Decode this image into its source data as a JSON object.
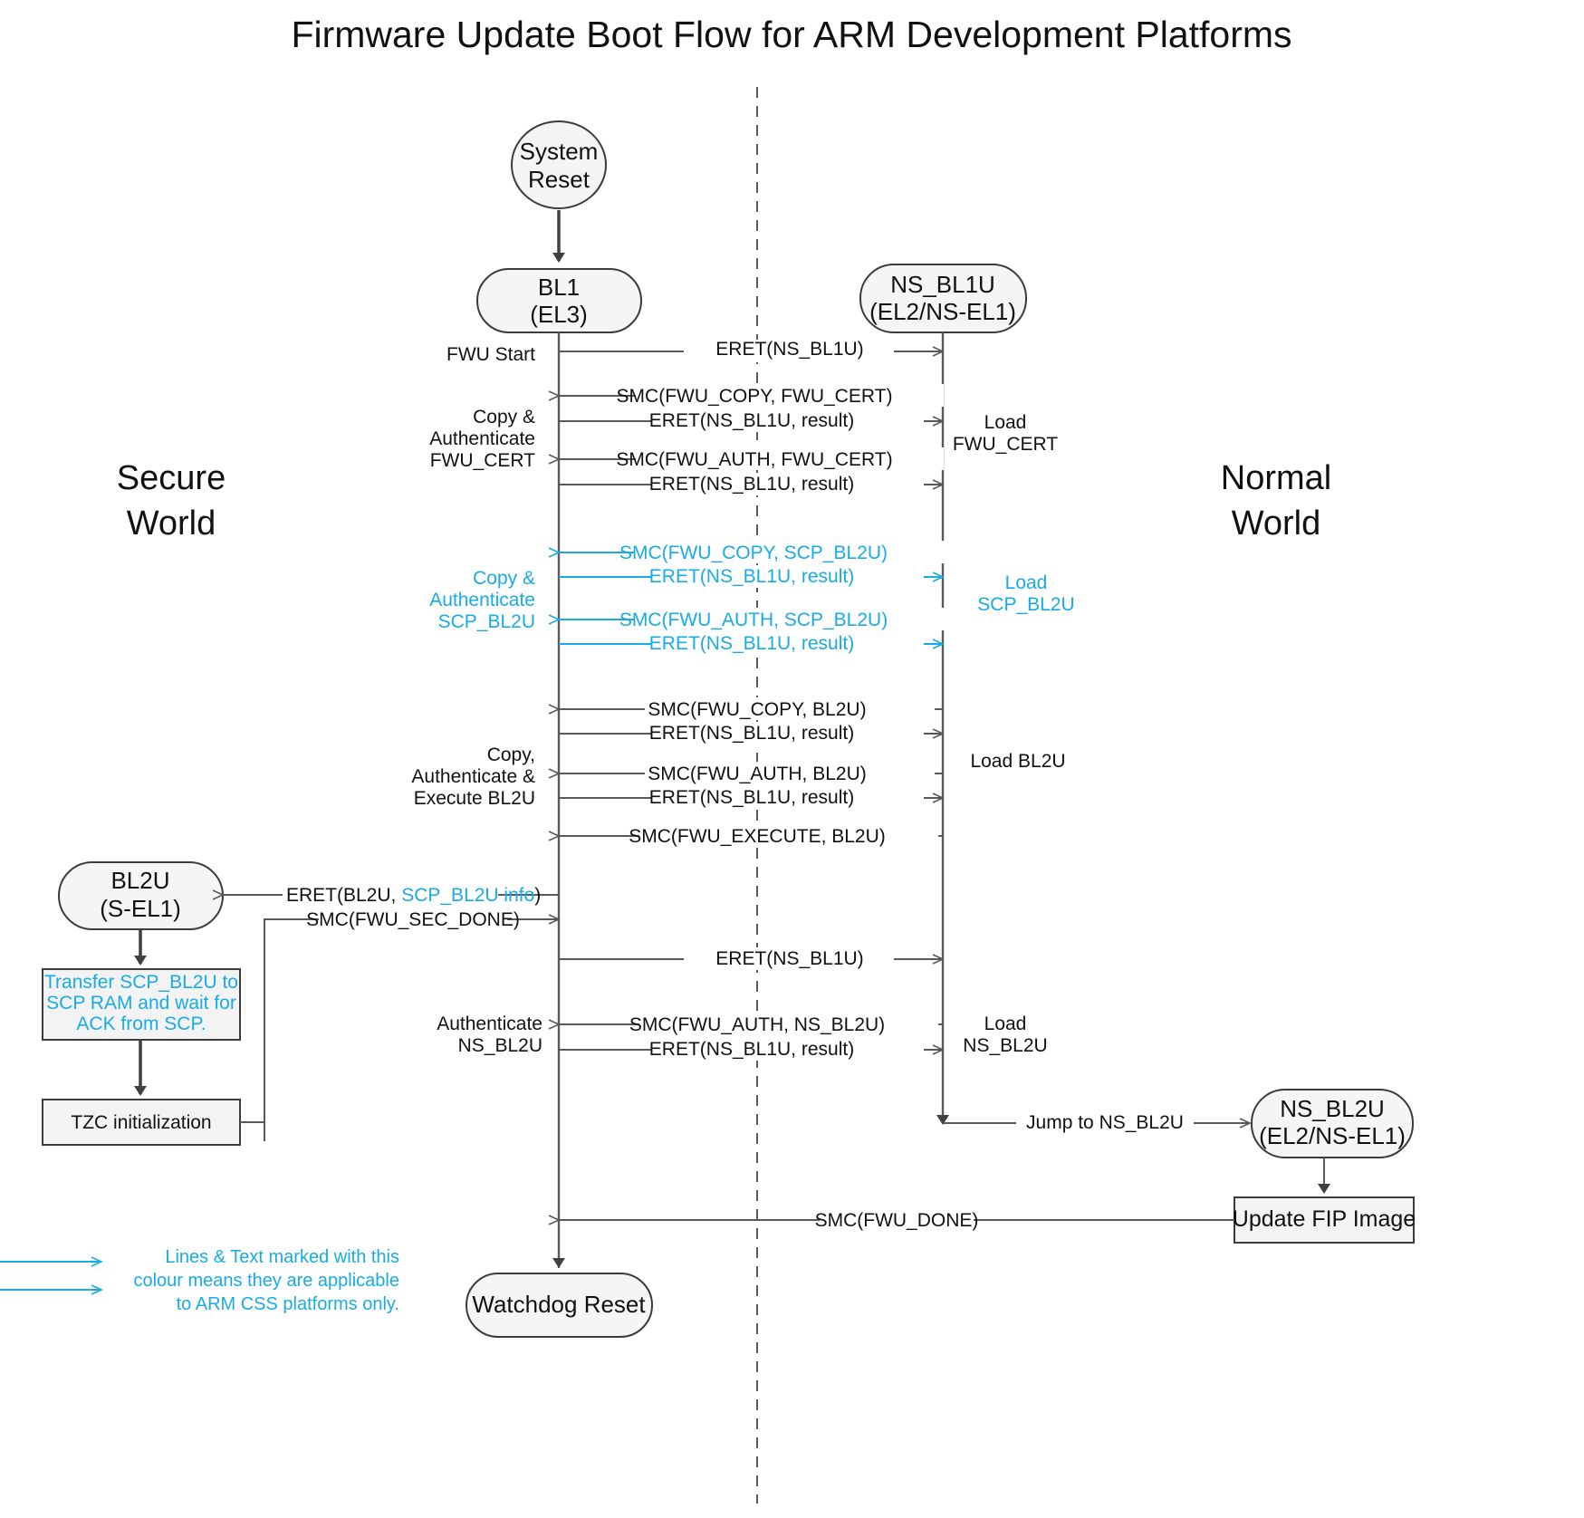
{
  "title": "Firmware Update Boot Flow for ARM Development Platforms",
  "worlds": {
    "secure": "Secure\nWorld",
    "secure_l1": "Secure",
    "secure_l2": "World",
    "normal_l1": "Normal",
    "normal_l2": "World"
  },
  "nodes": {
    "system_reset_l1": "System",
    "system_reset_l2": "Reset",
    "bl1_l1": "BL1",
    "bl1_l2": "(EL3)",
    "nsbl1u_l1": "NS_BL1U",
    "nsbl1u_l2": "(EL2/NS-EL1)",
    "bl2u_l1": "BL2U",
    "bl2u_l2": "(S-EL1)",
    "nsbl2u_l1": "NS_BL2U",
    "nsbl2u_l2": "(EL2/NS-EL1)",
    "watchdog": "Watchdog Reset"
  },
  "boxes": {
    "transfer_l1": "Transfer SCP_BL2U to",
    "transfer_l2": "SCP RAM and wait for",
    "transfer_l3": "ACK from SCP.",
    "tzc": "TZC initialization",
    "update_fip": "Update FIP Image"
  },
  "messages": [
    {
      "label": "ERET(NS_BL1U)",
      "dir": "right",
      "color": "dark"
    },
    {
      "label": "SMC(FWU_COPY, FWU_CERT)",
      "dir": "left",
      "color": "dark"
    },
    {
      "label": "ERET(NS_BL1U, result)",
      "dir": "right",
      "color": "dark"
    },
    {
      "label": "SMC(FWU_AUTH, FWU_CERT)",
      "dir": "left",
      "color": "dark"
    },
    {
      "label": "ERET(NS_BL1U, result)",
      "dir": "right",
      "color": "dark"
    },
    {
      "label": "SMC(FWU_COPY, SCP_BL2U)",
      "dir": "left",
      "color": "cyan"
    },
    {
      "label": "ERET(NS_BL1U, result)",
      "dir": "right",
      "color": "cyan"
    },
    {
      "label": "SMC(FWU_AUTH, SCP_BL2U)",
      "dir": "left",
      "color": "cyan"
    },
    {
      "label": "ERET(NS_BL1U, result)",
      "dir": "right",
      "color": "cyan"
    },
    {
      "label": "SMC(FWU_COPY, BL2U)",
      "dir": "left",
      "color": "dark"
    },
    {
      "label": "ERET(NS_BL1U, result)",
      "dir": "right",
      "color": "dark"
    },
    {
      "label": "SMC(FWU_AUTH, BL2U)",
      "dir": "left",
      "color": "dark"
    },
    {
      "label": "ERET(NS_BL1U, result)",
      "dir": "right",
      "color": "dark"
    },
    {
      "label": "SMC(FWU_EXECUTE, BL2U)",
      "dir": "left",
      "color": "dark"
    },
    {
      "label": "ERET(NS_BL1U)",
      "dir": "right",
      "color": "dark"
    },
    {
      "label": "SMC(FWU_AUTH, NS_BL2U)",
      "dir": "left",
      "color": "dark"
    },
    {
      "label": "ERET(NS_BL1U, result)",
      "dir": "right",
      "color": "dark"
    }
  ],
  "bl2u_messages": {
    "eret_pre": "ERET(BL2U, ",
    "eret_cyan": "SCP_BL2U info",
    "eret_post": ")",
    "smc_sec_done": "SMC(FWU_SEC_DONE)"
  },
  "left_labels": [
    {
      "text": "FWU Start",
      "color": "dark"
    },
    {
      "text": "Copy &",
      "color": "dark"
    },
    {
      "text": "Authenticate",
      "color": "dark"
    },
    {
      "text": "FWU_CERT",
      "color": "dark"
    },
    {
      "text": "Copy &",
      "color": "cyan"
    },
    {
      "text": "Authenticate",
      "color": "cyan"
    },
    {
      "text": "SCP_BL2U",
      "color": "cyan"
    },
    {
      "text": "Copy,",
      "color": "dark"
    },
    {
      "text": "Authenticate &",
      "color": "dark"
    },
    {
      "text": "Execute BL2U",
      "color": "dark"
    },
    {
      "text": "Authenticate",
      "color": "dark"
    },
    {
      "text": "NS_BL2U",
      "color": "dark"
    }
  ],
  "right_labels": [
    {
      "text": "Load",
      "color": "dark"
    },
    {
      "text": "FWU_CERT",
      "color": "dark"
    },
    {
      "text": "Load",
      "color": "cyan"
    },
    {
      "text": "SCP_BL2U",
      "color": "cyan"
    },
    {
      "text": "Load BL2U",
      "color": "dark"
    },
    {
      "text": "Load",
      "color": "dark"
    },
    {
      "text": "NS_BL2U",
      "color": "dark"
    }
  ],
  "bottom": {
    "jump": "Jump to NS_BL2U",
    "fwu_done": "SMC(FWU_DONE)"
  },
  "legend": {
    "l1": "Lines & Text marked with this",
    "l2": "colour means they are applicable",
    "l3": "to ARM CSS platforms only."
  },
  "colors": {
    "cyan": "#19ABE5",
    "dark": "#595959",
    "text": "#111111",
    "node_fill": "#f5f5f5"
  }
}
